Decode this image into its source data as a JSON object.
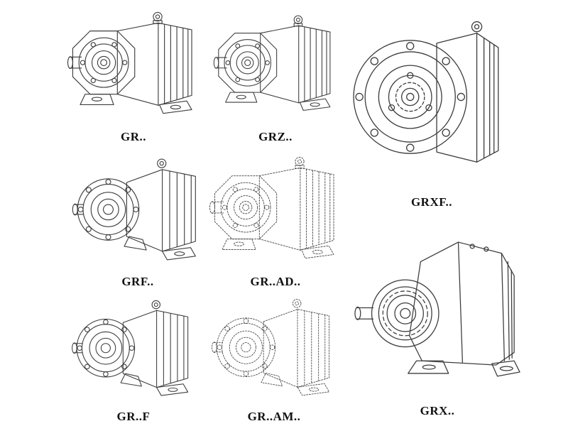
{
  "page": {
    "background": "#ffffff"
  },
  "figures": [
    {
      "label": "GR..",
      "line_style": "solid"
    },
    {
      "label": "GRZ..",
      "line_style": "solid"
    },
    {
      "label": "GRXF..",
      "line_style": "solid"
    },
    {
      "label": "GRF..",
      "line_style": "solid"
    },
    {
      "label": "GR..AD..",
      "line_style": "ghost"
    },
    {
      "label": "GRX..",
      "line_style": "solid"
    },
    {
      "label": "GR..F",
      "line_style": "solid"
    },
    {
      "label": "GR..AM..",
      "line_style": "ghost"
    }
  ],
  "colors": {
    "line": "#3d3d3d",
    "ghost": "#c9c9c9",
    "label": "#111111",
    "background": "#ffffff"
  }
}
